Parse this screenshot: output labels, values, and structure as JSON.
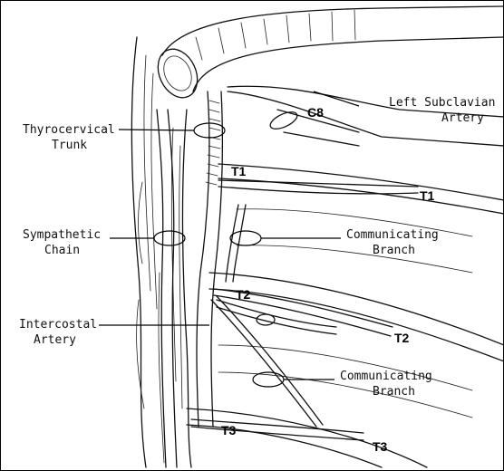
{
  "labels": {
    "thyrocervical": [
      "Thyrocervical",
      "Trunk"
    ],
    "subclavian": [
      "Left Subclavian",
      "Artery"
    ],
    "sympathetic": [
      "Sympathetic",
      "Chain"
    ],
    "communicating_upper": [
      "Communicating",
      "Branch"
    ],
    "intercostal": [
      "Intercostal",
      "Artery"
    ],
    "communicating_lower": [
      "Communicating",
      "Branch"
    ]
  },
  "segments": {
    "c8": "C8",
    "t1_inner": "T1",
    "t1_outer": "T1",
    "t2_inner": "T2",
    "t2_outer": "T2",
    "t3_inner": "T3",
    "t3_outer": "T3"
  }
}
